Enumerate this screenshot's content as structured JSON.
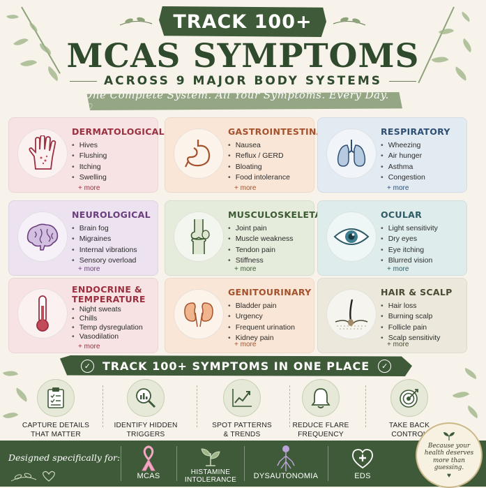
{
  "header": {
    "banner": "TRACK 100+",
    "title": "MCAS SYMPTOMS",
    "subtitle": "ACROSS 9 MAJOR BODY SYSTEMS",
    "tagline": "One Complete System. All Your Symptoms. Every Day. ♡"
  },
  "cards": [
    {
      "title": "DERMATOLOGICAL",
      "icon": "hand-rash-icon",
      "items": [
        "Hives",
        "Flushing",
        "Itching",
        "Swelling"
      ],
      "more": "+ more"
    },
    {
      "title": "GASTROINTESTINAL",
      "icon": "stomach-icon",
      "items": [
        "Nausea",
        "Reflux / GERD",
        "Bloating",
        "Food intolerance"
      ],
      "more": "+ more"
    },
    {
      "title": "RESPIRATORY",
      "icon": "lungs-icon",
      "items": [
        "Wheezing",
        "Air hunger",
        "Asthma",
        "Congestion"
      ],
      "more": "+ more"
    },
    {
      "title": "NEUROLOGICAL",
      "icon": "brain-icon",
      "items": [
        "Brain fog",
        "Migraines",
        "Internal vibrations",
        "Sensory overload"
      ],
      "more": "+ more"
    },
    {
      "title": "MUSCULOSKELETAL",
      "icon": "knee-joint-icon",
      "items": [
        "Joint pain",
        "Muscle weakness",
        "Tendon pain",
        "Stiffness"
      ],
      "more": "+ more"
    },
    {
      "title": "OCULAR",
      "icon": "eye-icon",
      "items": [
        "Light sensitivity",
        "Dry eyes",
        "Eye itching",
        "Blurred vision"
      ],
      "more": "+ more"
    },
    {
      "title": "ENDOCRINE &",
      "title2": "TEMPERATURE",
      "icon": "thermometer-icon",
      "items": [
        "Night sweats",
        "Chills",
        "Temp dysregulation",
        "Vasodilation"
      ],
      "more": "+ more"
    },
    {
      "title": "GENITOURINARY",
      "icon": "kidneys-icon",
      "items": [
        "Bladder pain",
        "Urgency",
        "Frequent urination",
        "Kidney pain"
      ],
      "more": "+ more"
    },
    {
      "title": "HAIR & SCALP",
      "icon": "hair-follicle-icon",
      "items": [
        "Hair loss",
        "Burning scalp",
        "Follicle pain",
        "Scalp sensitivity"
      ],
      "more": "+ more"
    }
  ],
  "track_band": "TRACK 100+ SYMPTOMS IN ONE PLACE",
  "features": [
    {
      "line1": "CAPTURE DETAILS",
      "line2": "THAT MATTER",
      "icon": "clipboard-checklist-icon"
    },
    {
      "line1": "IDENTIFY HIDDEN",
      "line2": "TRIGGERS",
      "icon": "magnifier-chart-icon"
    },
    {
      "line1": "SPOT PATTERNS",
      "line2": "& TRENDS",
      "icon": "trend-chart-icon"
    },
    {
      "line1": "REDUCE FLARE",
      "line2": "FREQUENCY",
      "icon": "bell-icon"
    },
    {
      "line1": "TAKE BACK",
      "line2": "CONTROL",
      "icon": "target-icon"
    }
  ],
  "footer": {
    "designed_for": "Designed specifically for:",
    "items": [
      {
        "line1": "MCAS",
        "line2": "",
        "icon": "ribbon-icon"
      },
      {
        "line1": "HISTAMINE",
        "line2": "INTOLERANCE",
        "icon": "plant-icon"
      },
      {
        "line1": "DYSAUTONOMIA",
        "line2": "",
        "icon": "nervous-system-icon"
      },
      {
        "line1": "EDS",
        "line2": "",
        "icon": "heart-cross-icon"
      }
    ]
  },
  "badge": {
    "text": "Because your health deserves more than guessing."
  },
  "colors": {
    "primary_green": "#3f5a38",
    "background": "#f7f3ea"
  }
}
